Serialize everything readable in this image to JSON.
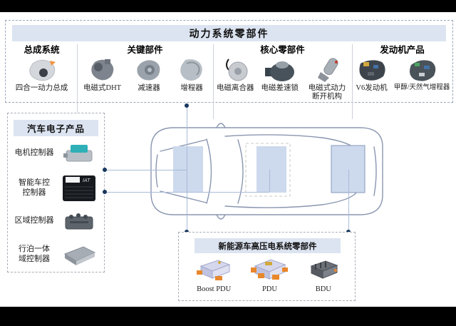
{
  "top_panel": {
    "title": "动力系统零部件",
    "categories": [
      {
        "label": "总成系统",
        "items": [
          {
            "name": "四合一动力总成"
          }
        ]
      },
      {
        "label": "关键部件",
        "items": [
          {
            "name": "电磁式DHT"
          },
          {
            "name": "减速器"
          },
          {
            "name": "增程器"
          }
        ]
      },
      {
        "label": "核心零部件",
        "items": [
          {
            "name": "电磁离合器"
          },
          {
            "name": "电磁差速锁"
          },
          {
            "name": "电磁式动力\n断开机构"
          }
        ]
      },
      {
        "label": "发动机产品",
        "items": [
          {
            "name": "V6发动机"
          },
          {
            "name": "甲醇/天然气增程器"
          }
        ]
      }
    ]
  },
  "sidebar": {
    "title": "汽车电子产品",
    "iat_badge": "IAT",
    "items": [
      {
        "label": "电机控制器"
      },
      {
        "label": "智能车控\n控制器"
      },
      {
        "label": "区域控制器"
      },
      {
        "label": "行泊一体\n域控制器"
      }
    ]
  },
  "bottom_panel": {
    "title": "新能源车高压电系统零部件",
    "items": [
      {
        "label": "Boost PDU"
      },
      {
        "label": "PDU"
      },
      {
        "label": "BDU"
      }
    ]
  },
  "colors": {
    "header_bar": "#dce4f1",
    "connector_dot": "#17375e",
    "connector_line": "#a9bbd8",
    "car_outline": "#8a96b0",
    "highlight_fill": "#cdd9ed",
    "pdu_orange": "#e8872c"
  }
}
